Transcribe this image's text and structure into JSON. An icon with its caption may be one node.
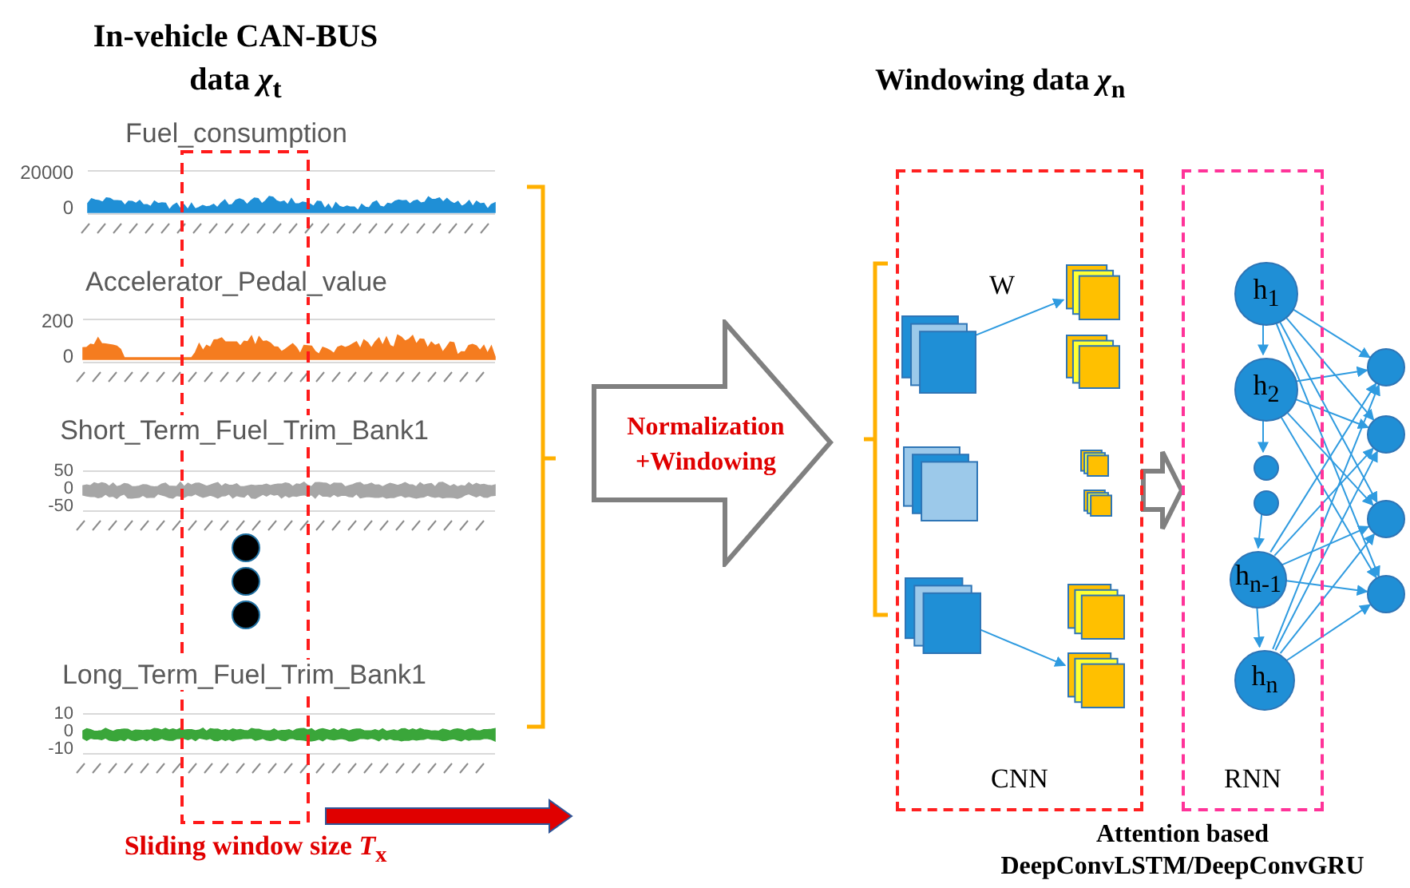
{
  "diagram": {
    "nodes": [
      {
        "text": [
          "Normalization +Windowing"
        ]
      },
      {
        "text": [
          "CNN"
        ]
      },
      {
        "text": [],
        "shape": "box",
        "in": 1
      },
      {
        "text": [],
        "shape": "box",
        "in": 1
      },
      {
        "text": [],
        "shape": "box",
        "in": 1
      },
      {
        "text": [],
        "shape": "box",
        "in": 1
      },
      {
        "text": [],
        "shape": "box",
        "in": 1
      },
      {
        "text": [],
        "shape": "box",
        "in": 1
      },
      {
        "text": [],
        "shape": "box",
        "in": 1
      },
      {
        "text": [],
        "shape": "box",
        "in": 1
      },
      {
        "text": [],
        "shape": "box",
        "in": 1
      },
      {
        "text": [
          "RNN"
        ]
      },
      {
        "text": [
          "h$_{1}$"
        ],
        "in": 11
      },
      {
        "text": [
          "h$_{2}$"
        ],
        "in": 11
      },
      {
        "text": [],
        "shape": "circle",
        "in": 11
      },
      {
        "text": [],
        "shape": "circle",
        "in": 11
      },
      {
        "text": [
          "h$_{n-1}$"
        ],
        "in": 11
      },
      {
        "text": [
          "h$_{n}$"
        ],
        "in": 11
      },
      {
        "text": [],
        "shape": "circle"
      },
      {
        "text": [],
        "shape": "circle"
      },
      {
        "text": [],
        "shape": "circle"
      },
      {
        "text": [],
        "shape": "circle"
      }
    ],
    "edges": [
      {
        "from": 2,
        "to": 5,
        "arrow": "to",
        "label": "W"
      },
      {
        "from": 4,
        "to": 10,
        "arrow": "to"
      },
      {
        "from": 1,
        "to": 11,
        "arrow": "to",
        "style": "thick",
        "color": "#808080"
      },
      {
        "from": 12,
        "to": 13,
        "arrow": "to"
      },
      {
        "from": 13,
        "to": 14,
        "arrow": "to"
      },
      {
        "from": 15,
        "to": 16,
        "arrow": "to"
      },
      {
        "from": 16,
        "to": 17,
        "arrow": "to"
      },
      {
        "from": 12,
        "to": 18,
        "arrow": "to"
      },
      {
        "from": 12,
        "to": 19,
        "arrow": "to"
      },
      {
        "from": 12,
        "to": 20,
        "arrow": "to"
      },
      {
        "from": 12,
        "to": 21,
        "arrow": "to"
      },
      {
        "from": 13,
        "to": 18,
        "arrow": "to"
      },
      {
        "from": 13,
        "to": 19,
        "arrow": "to"
      },
      {
        "from": 13,
        "to": 20,
        "arrow": "to"
      },
      {
        "from": 13,
        "to": 21,
        "arrow": "to"
      },
      {
        "from": 16,
        "to": 18,
        "arrow": "to"
      },
      {
        "from": 16,
        "to": 19,
        "arrow": "to"
      },
      {
        "from": 16,
        "to": 20,
        "arrow": "to"
      },
      {
        "from": 16,
        "to": 21,
        "arrow": "to"
      },
      {
        "from": 17,
        "to": 18,
        "arrow": "to"
      },
      {
        "from": 17,
        "to": 19,
        "arrow": "to"
      },
      {
        "from": 17,
        "to": 20,
        "arrow": "to"
      },
      {
        "from": 17,
        "to": 21,
        "arrow": "to"
      }
    ],
    "labels": [
      "In-vehicle CAN-BUS data *χ*$_{t}$",
      "Fuel_consumption",
      "20000",
      "0",
      "Accelerator_Pedal_value",
      "200",
      "0",
      "Short_Term_Fuel_Trim_Bank1",
      "50",
      "0",
      "-50",
      "Long_Term_Fuel_Trim_Bank1",
      "10",
      "0",
      "-10",
      "Sliding window size *T*$_{x}$",
      "Windowing data *χ*$_{n}$",
      "Attention based DeepConvLSTM/DeepConvGRU"
    ]
  }
}
